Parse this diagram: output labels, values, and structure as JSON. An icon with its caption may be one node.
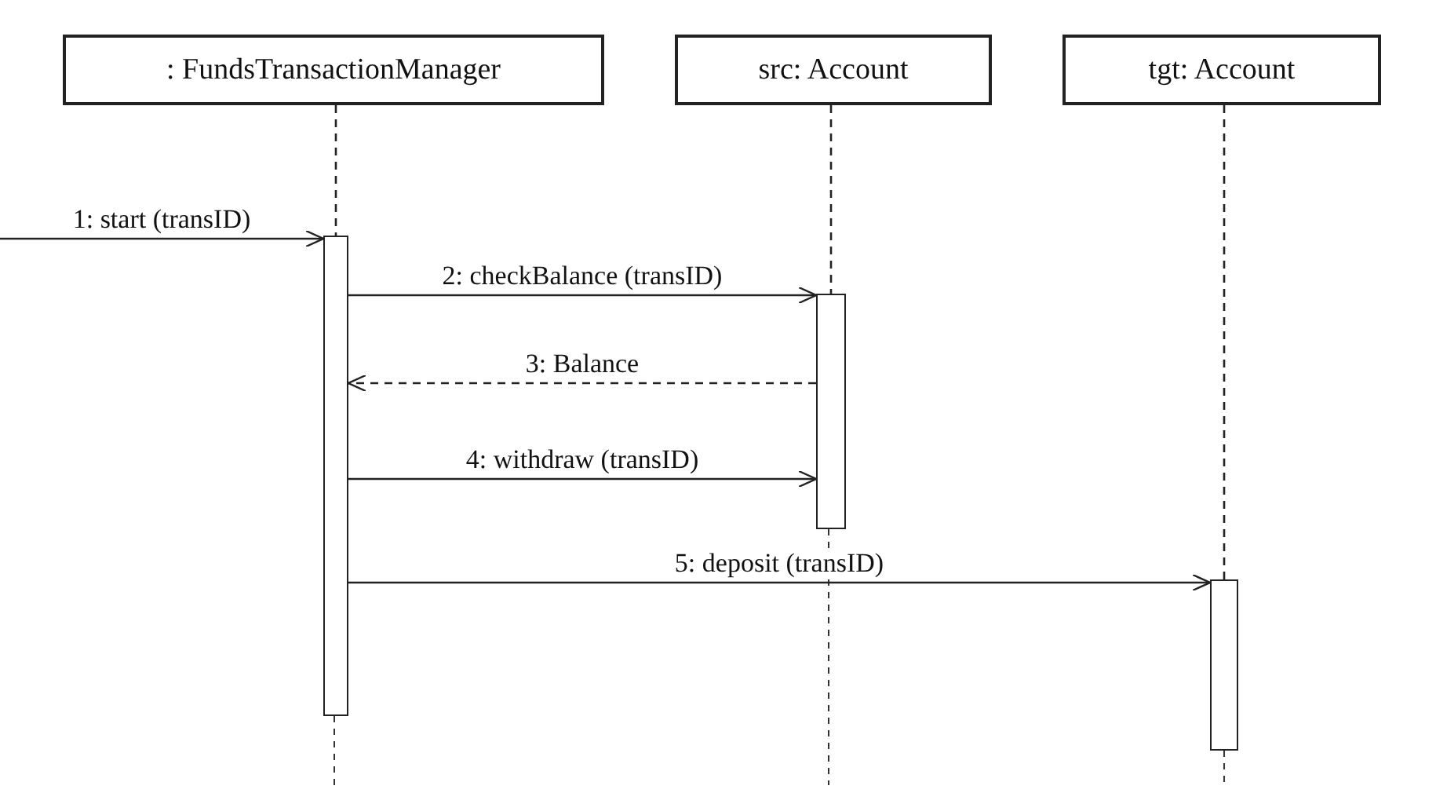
{
  "diagram": {
    "nodes": [
      {
        "text": [
          ": FundsTransactionManager"
        ]
      },
      {
        "text": [
          "src: Account"
        ]
      },
      {
        "text": [
          "tgt: Account"
        ]
      },
      {
        "text": [],
        "shape": "bar"
      },
      {
        "text": [],
        "shape": "bar"
      },
      {
        "text": [],
        "shape": "bar"
      }
    ],
    "edges": [
      {
        "from": null,
        "to": 3,
        "arrow": "to",
        "label": "1: start (transID)"
      },
      {
        "from": 3,
        "to": 4,
        "arrow": "to",
        "label": "2: checkBalance (transID)"
      },
      {
        "from": 4,
        "to": 3,
        "arrow": "to",
        "label": "3: Balance",
        "style": "dashed"
      },
      {
        "from": 3,
        "to": 4,
        "arrow": "to",
        "label": "4: withdraw (transID)"
      },
      {
        "from": 3,
        "to": 5,
        "arrow": "to",
        "label": "5: deposit (transID)"
      },
      {
        "from": 0,
        "to": 3,
        "arrow": "none",
        "style": "dashed"
      },
      {
        "from": 1,
        "to": 4,
        "arrow": "none",
        "style": "dashed"
      },
      {
        "from": 2,
        "to": 5,
        "arrow": "none",
        "style": "dashed"
      }
    ]
  }
}
